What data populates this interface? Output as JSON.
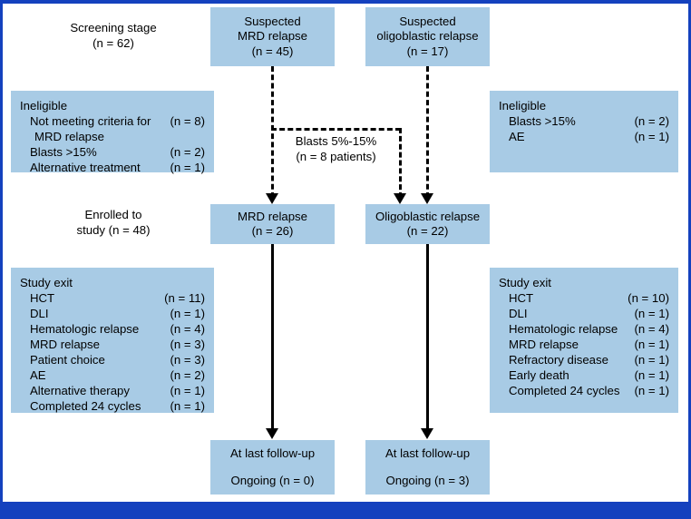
{
  "figure": {
    "background_color": "#ffffff",
    "box_fill": "#a8cbe5",
    "frame_color": "#1441be",
    "text_color": "#000000"
  },
  "nodes": {
    "screening_stage": {
      "line1": "Screening stage",
      "line2": "(n = 62)"
    },
    "suspected_mrd": {
      "line1": "Suspected",
      "line2": "MRD relapse",
      "line3": "(n = 45)"
    },
    "suspected_oligoblastic": {
      "line1": "Suspected",
      "line2": "oligoblastic relapse",
      "line3": "(n = 17)"
    },
    "enrolled": {
      "line1": "Enrolled to",
      "line2": "study (n = 48)"
    },
    "mrd_relapse": {
      "line1": "MRD relapse",
      "line2": "(n = 26)"
    },
    "oligoblastic_relapse": {
      "line1": "Oligoblastic relapse",
      "line2": "(n = 22)"
    },
    "followup_left": {
      "line1": "At last follow-up",
      "line2": "Ongoing  (n = 0)"
    },
    "followup_right": {
      "line1": "At last follow-up",
      "line2": "Ongoing  (n = 3)"
    }
  },
  "ineligible_left": {
    "title": "Ineligible",
    "rows": [
      {
        "label": "Not meeting criteria for",
        "value": "(n = 8)",
        "continuation": "MRD relapse"
      },
      {
        "label": "Blasts >15%",
        "value": "(n = 2)"
      },
      {
        "label": "Alternative treatment",
        "value": "(n = 1)"
      }
    ]
  },
  "ineligible_right": {
    "title": "Ineligible",
    "rows": [
      {
        "label": "Blasts >15%",
        "value": "(n = 2)"
      },
      {
        "label": "AE",
        "value": "(n = 1)"
      }
    ]
  },
  "study_exit_left": {
    "title": "Study exit",
    "rows": [
      {
        "label": "HCT",
        "value": "(n = 11)"
      },
      {
        "label": "DLI",
        "value": "(n = 1)"
      },
      {
        "label": "Hematologic relapse",
        "value": "(n = 4)"
      },
      {
        "label": "MRD relapse",
        "value": "(n = 3)"
      },
      {
        "label": "Patient choice",
        "value": "(n = 3)"
      },
      {
        "label": "AE",
        "value": "(n = 2)"
      },
      {
        "label": "Alternative therapy",
        "value": "(n = 1)"
      },
      {
        "label": "Completed 24 cycles",
        "value": "(n = 1)"
      }
    ]
  },
  "study_exit_right": {
    "title": "Study exit",
    "rows": [
      {
        "label": "HCT",
        "value": "(n = 10)"
      },
      {
        "label": "DLI",
        "value": "(n = 1)"
      },
      {
        "label": "Hematologic relapse",
        "value": "(n = 4)"
      },
      {
        "label": "MRD relapse",
        "value": "(n = 1)"
      },
      {
        "label": "Refractory disease",
        "value": "(n = 1)"
      },
      {
        "label": "Early death",
        "value": "(n = 1)"
      },
      {
        "label": "Completed 24 cycles",
        "value": "(n = 1)"
      }
    ]
  },
  "edge_label": {
    "line1": "Blasts 5%-15%",
    "line2": "(n = 8 patients)"
  }
}
